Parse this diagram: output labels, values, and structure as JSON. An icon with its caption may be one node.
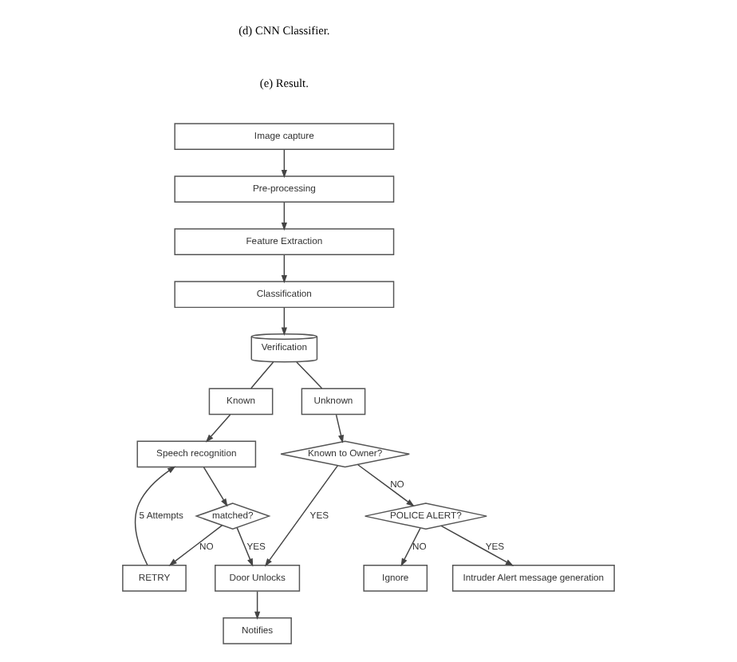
{
  "diagram": {
    "nodes": [
      {
        "text": [
          "Image capture"
        ]
      },
      {
        "text": [
          "Pre-processing"
        ]
      },
      {
        "text": [
          "Feature Extraction"
        ]
      },
      {
        "text": [
          "Classification"
        ]
      },
      {
        "text": [
          "Verification"
        ]
      },
      {
        "text": [
          "Known"
        ]
      },
      {
        "text": [
          "Unknown"
        ]
      },
      {
        "text": [
          "Speech recognition"
        ]
      },
      {
        "text": [
          "matched?"
        ]
      },
      {
        "text": [
          "RETRY"
        ]
      },
      {
        "text": [
          "Door Unlocks"
        ]
      },
      {
        "text": [
          "Notifies"
        ]
      },
      {
        "text": [
          "Known to Owner?"
        ]
      },
      {
        "text": [
          "POLICE ALERT?"
        ]
      },
      {
        "text": [
          "Ignore"
        ]
      },
      {
        "text": [
          "Intruder Alert message generation"
        ]
      }
    ],
    "edges": [
      {
        "from": 0,
        "to": 1,
        "arrow": "to"
      },
      {
        "from": 1,
        "to": 2,
        "arrow": "to"
      },
      {
        "from": 2,
        "to": 3,
        "arrow": "to"
      },
      {
        "from": 3,
        "to": 4,
        "arrow": "to"
      },
      {
        "from": 4,
        "to": 5,
        "arrow": "none"
      },
      {
        "from": 4,
        "to": 6,
        "arrow": "none"
      },
      {
        "from": 6,
        "to": 12,
        "arrow": "to"
      },
      {
        "from": 5,
        "to": 7,
        "arrow": "to"
      },
      {
        "from": 7,
        "to": 8,
        "arrow": "to"
      },
      {
        "from": 8,
        "to": 9,
        "label": "NO",
        "arrow": "to"
      },
      {
        "from": 9,
        "to": 7,
        "label": "5 Attempts",
        "arrow": "to"
      },
      {
        "from": 8,
        "to": 10,
        "label": "YES",
        "arrow": "to"
      },
      {
        "from": 12,
        "to": 10,
        "label": "YES",
        "arrow": "to"
      },
      {
        "from": 12,
        "to": 13,
        "label": "NO",
        "arrow": "to"
      },
      {
        "from": 13,
        "to": 14,
        "label": "NO",
        "arrow": "to"
      },
      {
        "from": 13,
        "to": 15,
        "label": "YES",
        "arrow": "to"
      },
      {
        "from": 10,
        "to": 11,
        "arrow": "to"
      }
    ],
    "labels": [
      "(d) CNN Classifier.",
      "(e) Result."
    ]
  }
}
